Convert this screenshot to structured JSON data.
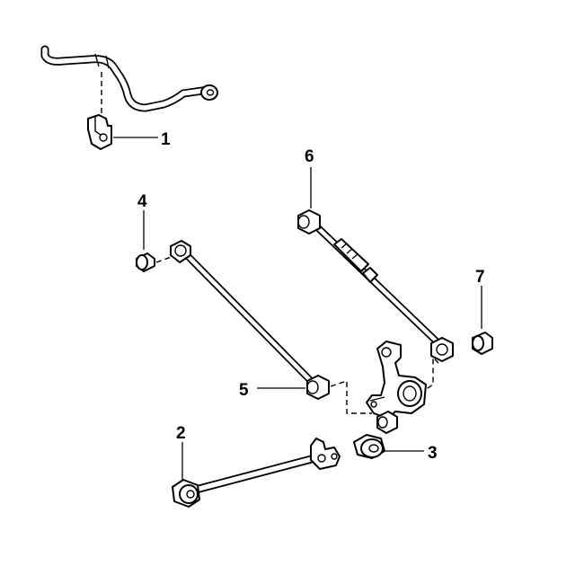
{
  "callouts": {
    "c1": "1",
    "c2": "2",
    "c3": "3",
    "c4": "4",
    "c5": "5",
    "c6": "6",
    "c7": "7"
  },
  "icons": [
    "stabilizer-bar",
    "stabilizer-bushing",
    "rear-lateral-arm",
    "trailing-arm",
    "knuckle-bushing",
    "arm-bushing",
    "adjustable-lateral-arm",
    "rear-axle-carrier"
  ]
}
